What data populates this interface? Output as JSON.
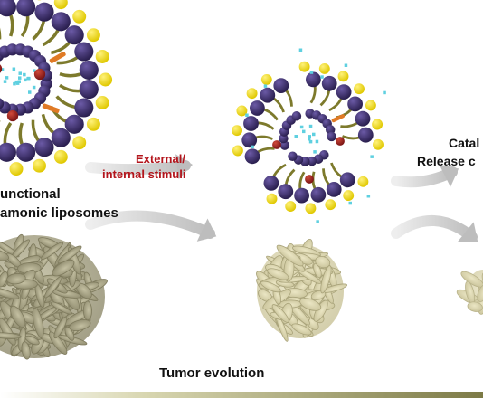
{
  "labels": {
    "left_caption_line1": "unctional",
    "left_caption_line2": "amonic liposomes",
    "stimuli_line1": "External/",
    "stimuli_line2": "internal stimuli",
    "right_line1": "Catal",
    "right_line2": "Release c",
    "tumor_evolution": "Tumor evolution"
  },
  "colors": {
    "head_purple": "#3a2c66",
    "tail_olive": "#7d7a2c",
    "outer_yellow": "#f2dd16",
    "drug_cyan": "#5fd0e0",
    "core_red": "#9c2020",
    "tumor_dark": "#b5b192",
    "tumor_light": "#e2ddb6",
    "arrow_grey": "#cfcfcf",
    "stimuli_red": "#b3141b"
  }
}
